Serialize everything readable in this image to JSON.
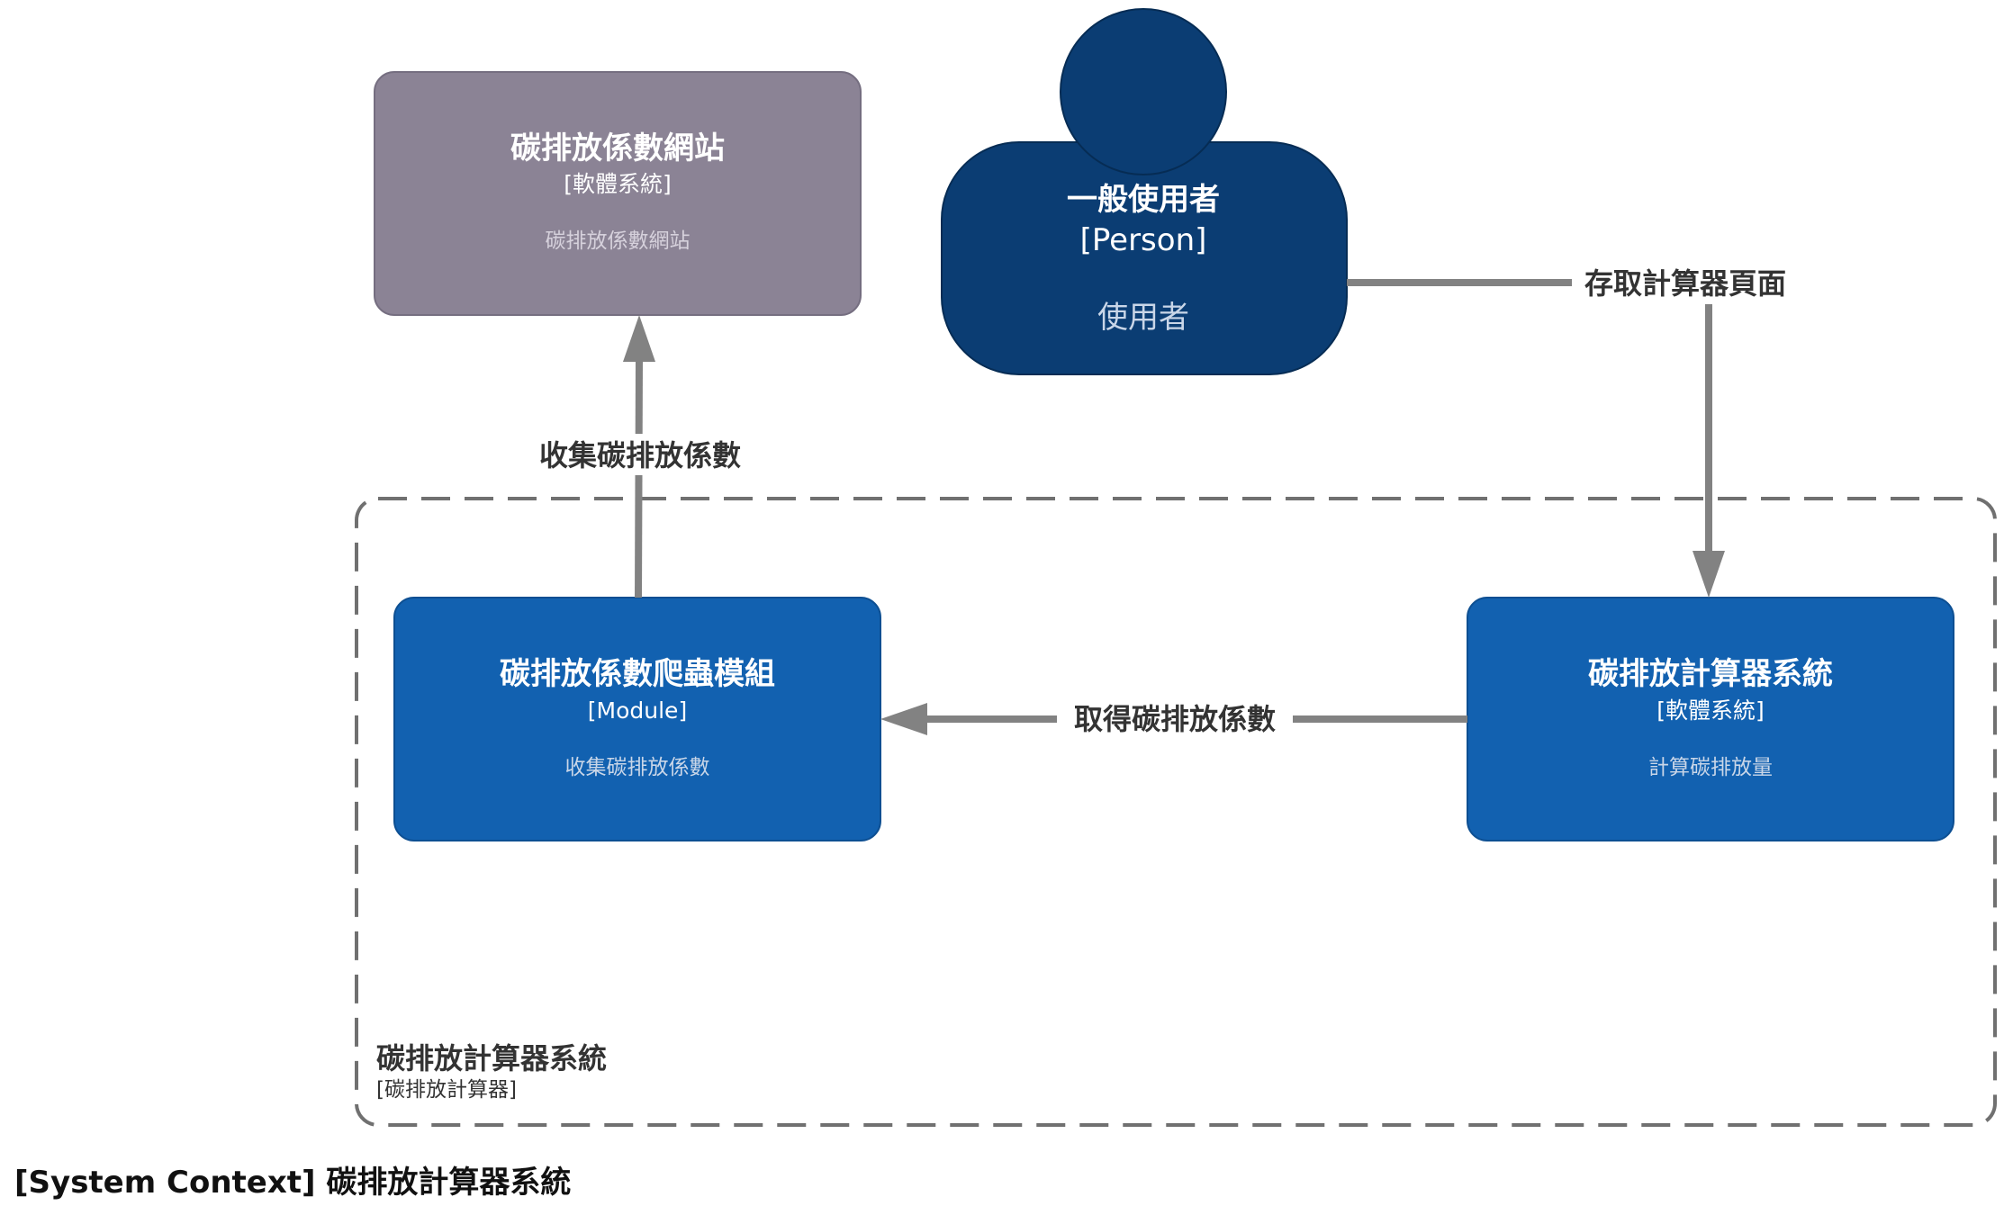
{
  "colors": {
    "external_system": "#8b8395",
    "person": "#0b3d73",
    "container": "#1261b0",
    "arrow": "#828282",
    "boundary": "#707070",
    "muted_text_on_dark": "#c9d6e8",
    "muted_text_on_external": "#d6d1dc"
  },
  "external_system": {
    "title": "碳排放係數網站",
    "type": "[軟體系統]",
    "description": "碳排放係數網站",
    "icon": "none"
  },
  "person": {
    "title": "一般使用者",
    "type": "[Person]",
    "description": "使用者",
    "icon": "person-icon"
  },
  "crawler_module": {
    "title": "碳排放係數爬蟲模組",
    "type": "[Module]",
    "description": "收集碳排放係數"
  },
  "calculator_system": {
    "title": "碳排放計算器系統",
    "type": "[軟體系統]",
    "description": "計算碳排放量"
  },
  "relations": {
    "crawler_to_website": "收集碳排放係數",
    "person_to_calculator": "存取計算器頁面",
    "calculator_to_crawler": "取得碳排放係數"
  },
  "boundary": {
    "title": "碳排放計算器系統",
    "type": "[碳排放計算器]"
  },
  "footer": {
    "title": "[System Context] 碳排放計算器系統"
  }
}
